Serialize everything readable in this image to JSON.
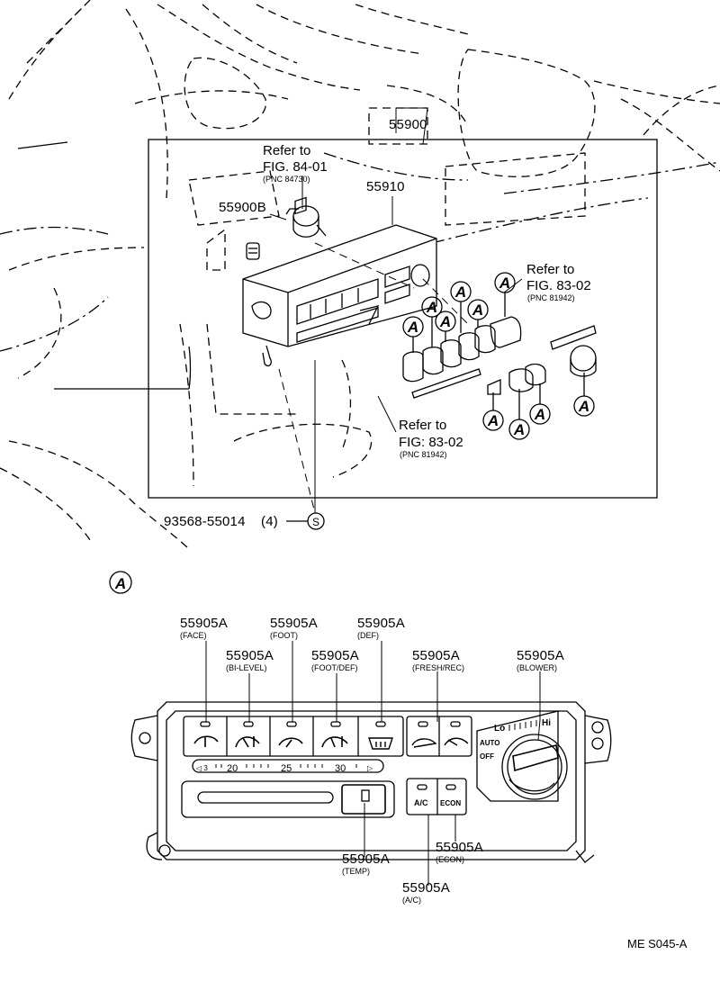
{
  "upper": {
    "part_55900": "55900",
    "part_55910": "55910",
    "part_55900B": "55900B",
    "ref1": {
      "line1": "Refer to",
      "line2": "FIG. 84-01",
      "line3": "(PNC 84730)"
    },
    "ref2": {
      "line1": "Refer to",
      "line2": "FIG. 83-02",
      "line3": "(PNC 81942)"
    },
    "ref3": {
      "line1": "Refer to",
      "line2": "FIG: 83-02",
      "line3": "(PNC 81942)"
    },
    "screw": {
      "label": "93568-55014",
      "qty": "(4)",
      "symbol": "S"
    },
    "callout_letter": "A"
  },
  "detail": {
    "marker": "A",
    "callouts": [
      {
        "part": "55905A",
        "desc": "(FACE)"
      },
      {
        "part": "55905A",
        "desc": "(BI-LEVEL)"
      },
      {
        "part": "55905A",
        "desc": "(FOOT)"
      },
      {
        "part": "55905A",
        "desc": "(FOOT/DEF)"
      },
      {
        "part": "55905A",
        "desc": "(DEF)"
      },
      {
        "part": "55905A",
        "desc": "(FRESH/REC)"
      },
      {
        "part": "55905A",
        "desc": "(BLOWER)"
      },
      {
        "part": "55905A",
        "desc": "(TEMP)"
      },
      {
        "part": "55905A",
        "desc": "(ECON)"
      },
      {
        "part": "55905A",
        "desc": "(A/C)"
      }
    ],
    "panel": {
      "temp_scale": [
        "◁ 3",
        "20",
        "25",
        "30",
        "▷"
      ],
      "blower_lo": "Lo",
      "blower_hi": "Hi",
      "auto": "AUTO",
      "off": "OFF",
      "ac_button": "A/C",
      "econ_button": "ECON"
    }
  },
  "footer": {
    "code": "ME  S045-A"
  }
}
